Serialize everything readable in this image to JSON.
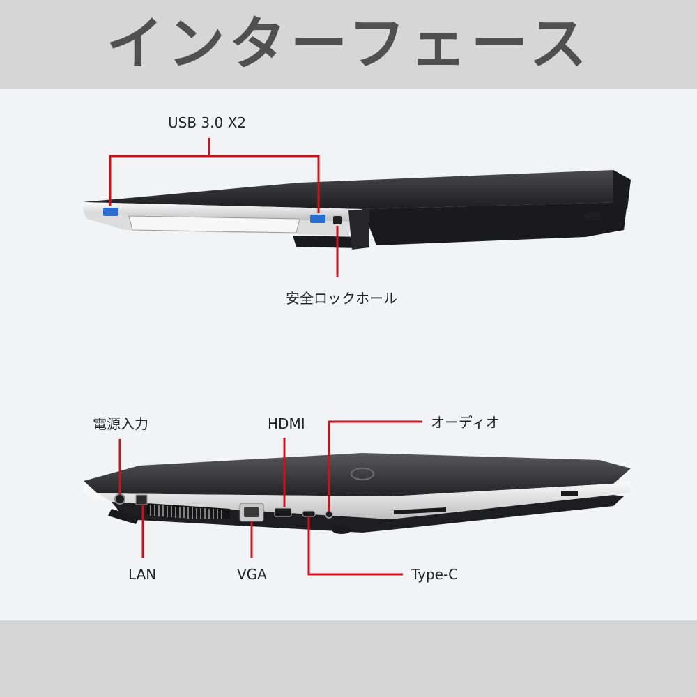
{
  "header": {
    "title": "インターフェース"
  },
  "callouts": {
    "usb": "USB 3.0 X2",
    "lock": "安全ロックホール",
    "power": "電源入力",
    "hdmi": "HDMI",
    "audio": "オーディオ",
    "lan": "LAN",
    "vga": "VGA",
    "typec": "Type-C"
  },
  "colors": {
    "callout_line": "#c8141e",
    "laptop_body": "#2b2b2d",
    "laptop_edge": "#e8e8e6",
    "usb_blue": "#2a6fd0",
    "header_bg": "#d6d6d6",
    "panel_bg": "#f2f3f5"
  }
}
